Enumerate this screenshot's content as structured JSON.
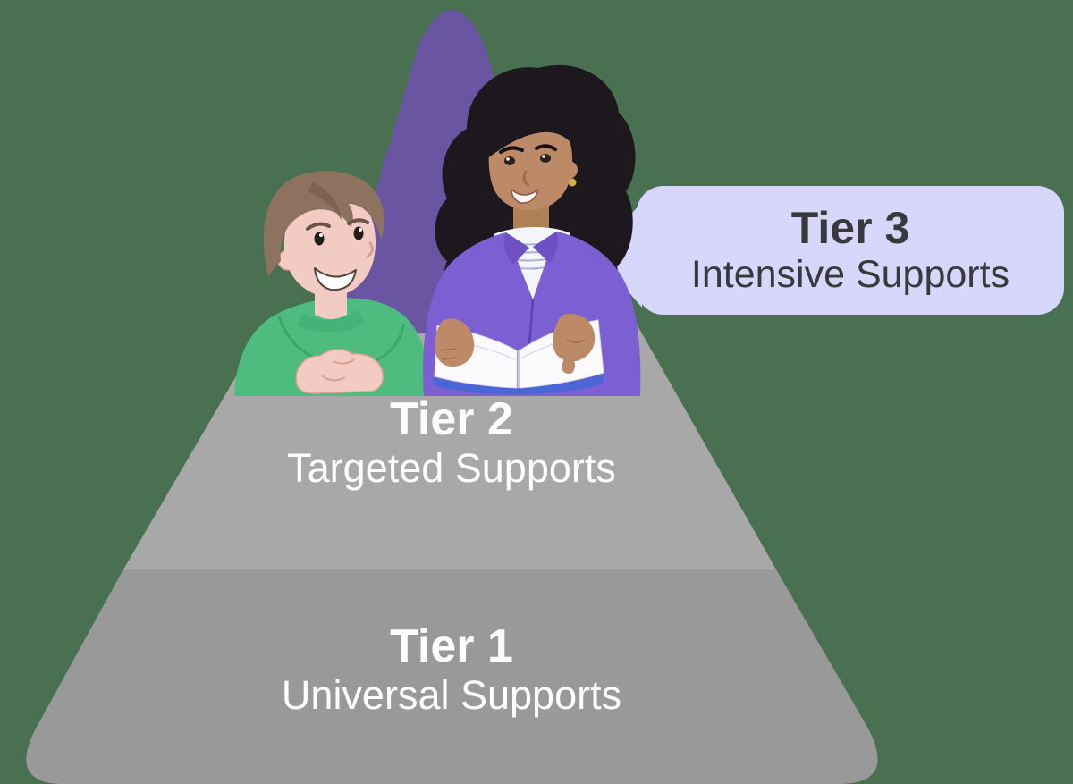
{
  "diagram": {
    "type": "tiered-pyramid",
    "topic": "Multi-tiered supports pyramid"
  },
  "colors": {
    "background": "#4a7052",
    "tier3_triangle": "#6a55a3",
    "tier2_band": "#a8a8a8",
    "tier1_band": "#999999",
    "callout_bg": "#d6d7fa",
    "callout_text": "#39383c",
    "tier_label_text": "#fdfdfd"
  },
  "tiers": {
    "tier3": {
      "label": "Tier 3",
      "sublabel": "Intensive Supports"
    },
    "tier2": {
      "label": "Tier 2",
      "sublabel": "Targeted Supports"
    },
    "tier1": {
      "label": "Tier 1",
      "sublabel": "Universal Supports"
    }
  },
  "illustration": {
    "description": "teacher-and-student-reading-open-book-at-table",
    "boy": {
      "sweater_color": "#4fbc7f",
      "hair_color": "#8d7260",
      "skin_color": "#f2cbc3"
    },
    "teacher": {
      "jacket_color": "#7b5fd3",
      "hair_color": "#1d181d",
      "skin_color": "#bd8a67",
      "shirt_color": "#f5f5fc",
      "earring_color": "#ddab3c"
    },
    "book": {
      "cover_color": "#4a66d6",
      "pages_color": "#fbfbfe"
    }
  }
}
